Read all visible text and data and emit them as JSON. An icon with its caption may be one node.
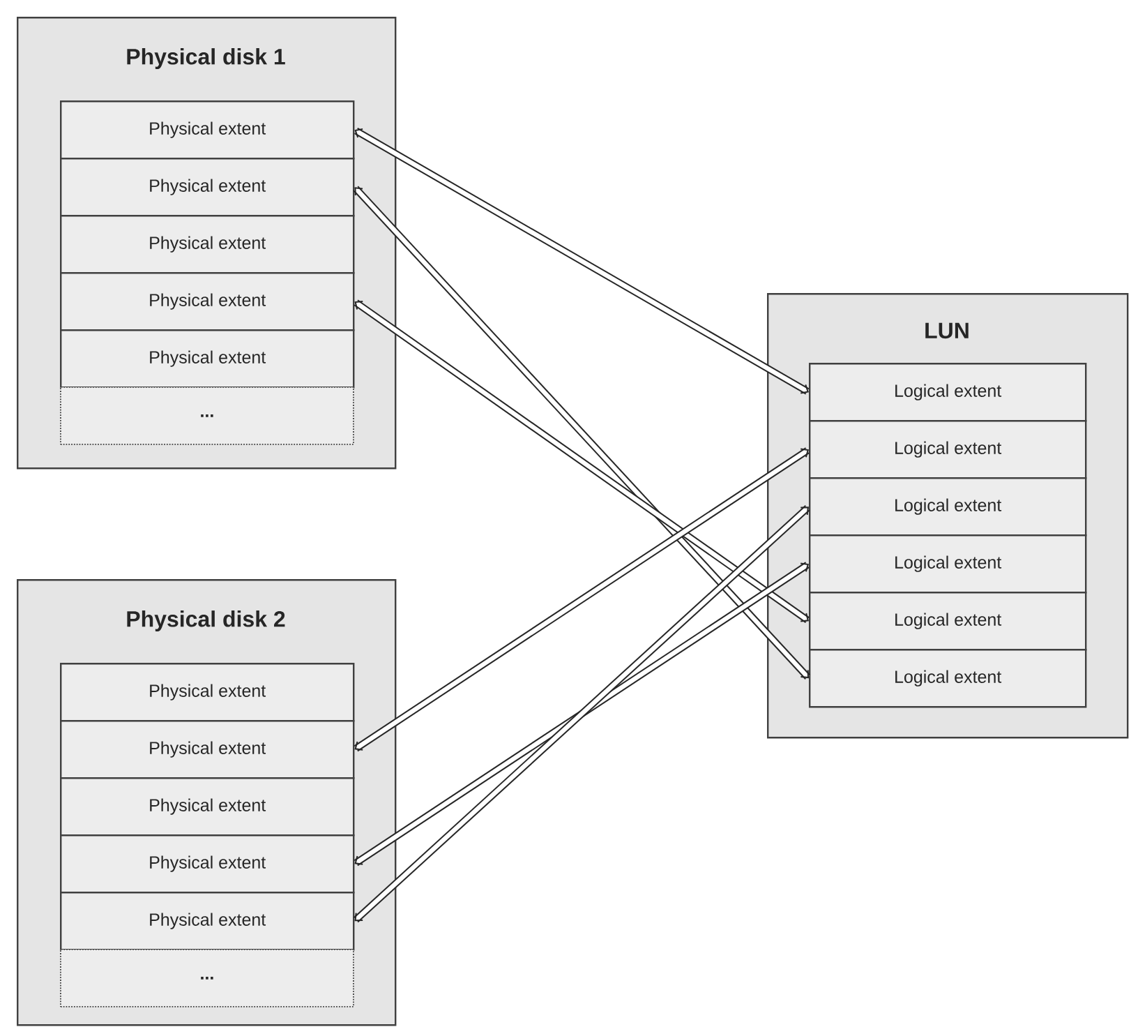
{
  "diagram": {
    "nodes": [
      {
        "text": [
          "Physical disk 1"
        ]
      },
      {
        "text": [
          "Physical extent"
        ],
        "in": 0
      },
      {
        "text": [
          "Physical extent"
        ],
        "in": 0
      },
      {
        "text": [
          "Physical extent"
        ],
        "in": 0
      },
      {
        "text": [
          "Physical extent"
        ],
        "in": 0
      },
      {
        "text": [
          "Physical extent"
        ],
        "in": 0
      },
      {
        "text": [
          "..."
        ],
        "in": 0
      },
      {
        "text": [
          "Physical disk 2"
        ]
      },
      {
        "text": [
          "Physical extent"
        ],
        "in": 7
      },
      {
        "text": [
          "Physical extent"
        ],
        "in": 7
      },
      {
        "text": [
          "Physical extent"
        ],
        "in": 7
      },
      {
        "text": [
          "Physical extent"
        ],
        "in": 7
      },
      {
        "text": [
          "Physical extent"
        ],
        "in": 7
      },
      {
        "text": [
          "..."
        ],
        "in": 7
      },
      {
        "text": [
          "LUN"
        ]
      },
      {
        "text": [
          "Logical extent"
        ],
        "in": 14
      },
      {
        "text": [
          "Logical extent"
        ],
        "in": 14
      },
      {
        "text": [
          "Logical extent"
        ],
        "in": 14
      },
      {
        "text": [
          "Logical extent"
        ],
        "in": 14
      },
      {
        "text": [
          "Logical extent"
        ],
        "in": 14
      },
      {
        "text": [
          "Logical extent"
        ],
        "in": 14
      }
    ],
    "edges": [
      {
        "from": 1,
        "to": 15,
        "arrow": "both"
      },
      {
        "from": 2,
        "to": 20,
        "arrow": "both"
      },
      {
        "from": 4,
        "to": 19,
        "arrow": "both"
      },
      {
        "from": 9,
        "to": 16,
        "arrow": "both"
      },
      {
        "from": 11,
        "to": 18,
        "arrow": "both"
      },
      {
        "from": 12,
        "to": 17,
        "arrow": "both"
      }
    ]
  }
}
